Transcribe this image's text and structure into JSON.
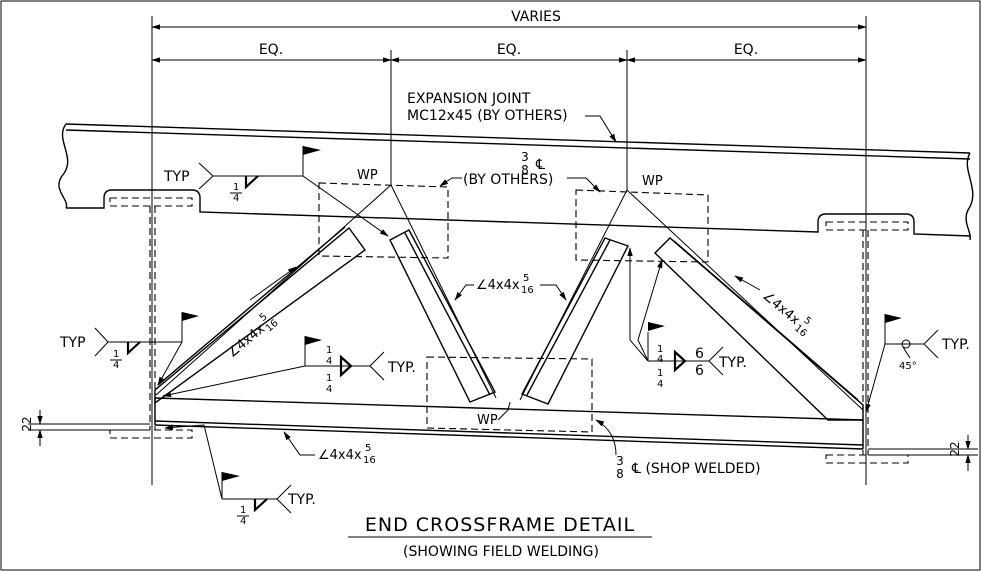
{
  "dimensions": {
    "overall": "VARIES",
    "eq_left": "EQ.",
    "eq_mid": "EQ.",
    "eq_right": "EQ.",
    "offset_left": "22",
    "offset_right": "22"
  },
  "labels": {
    "expansion_joint_1": "EXPANSION JOINT",
    "expansion_joint_2": "MC12x45 (BY OTHERS)",
    "plate_frac_num": "3",
    "plate_frac_den": "8",
    "plate_sym": "℄",
    "by_others": "(BY OTHERS)",
    "wp_left": "WP",
    "wp_right": "WP",
    "wp_bottom": "WP",
    "angle_prefix": "∠4x4x",
    "angle_frac_num": "5",
    "angle_frac_den": "16",
    "shop_plate_num": "3",
    "shop_plate_den": "8",
    "shop_plate_text": "℄ (SHOP WELDED)"
  },
  "welds": {
    "typ": "TYP",
    "typ_dot": "TYP.",
    "quarter_num": "1",
    "quarter_den": "4",
    "six": "6",
    "angle_45": "45°"
  },
  "title": {
    "main": "END CROSSFRAME DETAIL",
    "sub": "(SHOWING FIELD WELDING)"
  }
}
